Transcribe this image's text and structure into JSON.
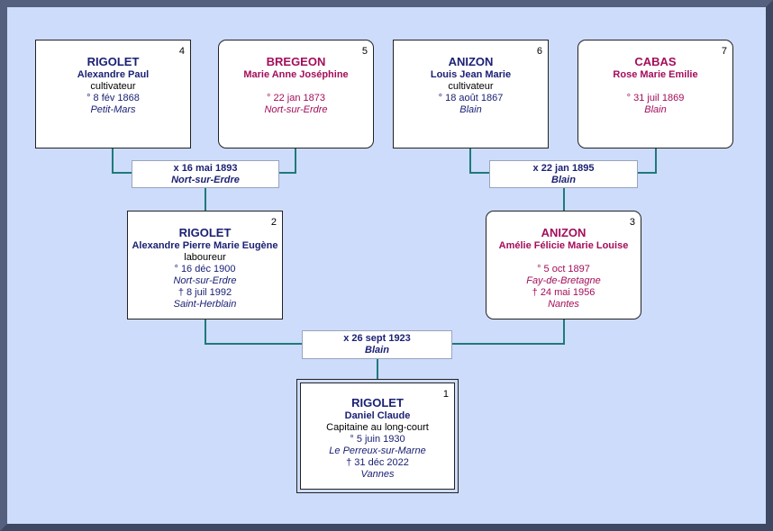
{
  "persons": {
    "p4": {
      "num": "4",
      "surname": "RIGOLET",
      "given": "Alexandre Paul",
      "occupation": "cultivateur",
      "birth": "° 8 fév 1868",
      "birth_place": "Petit-Mars",
      "death": "",
      "death_place": ""
    },
    "p5": {
      "num": "5",
      "surname": "BREGEON",
      "given": "Marie Anne Joséphine",
      "occupation": "",
      "birth": "° 22 jan 1873",
      "birth_place": "Nort-sur-Erdre",
      "death": "",
      "death_place": ""
    },
    "p6": {
      "num": "6",
      "surname": "ANIZON",
      "given": "Louis Jean Marie",
      "occupation": "cultivateur",
      "birth": "° 18 août 1867",
      "birth_place": "Blain",
      "death": "",
      "death_place": ""
    },
    "p7": {
      "num": "7",
      "surname": "CABAS",
      "given": "Rose Marie Emilie",
      "occupation": "",
      "birth": "° 31 juil 1869",
      "birth_place": "Blain",
      "death": "",
      "death_place": ""
    },
    "p2": {
      "num": "2",
      "surname": "RIGOLET",
      "given": "Alexandre Pierre Marie Eugène",
      "occupation": "laboureur",
      "birth": "° 16 déc 1900",
      "birth_place": "Nort-sur-Erdre",
      "death": "† 8 juil 1992",
      "death_place": "Saint-Herblain"
    },
    "p3": {
      "num": "3",
      "surname": "ANIZON",
      "given": "Amélie Félicie Marie Louise",
      "occupation": "",
      "birth": "° 5 oct 1897",
      "birth_place": "Fay-de-Bretagne",
      "death": "† 24 mai 1956",
      "death_place": "Nantes"
    },
    "p1": {
      "num": "1",
      "surname": "RIGOLET",
      "given": "Daniel Claude",
      "occupation": "Capitaine au long-court",
      "birth": "° 5 juin 1930",
      "birth_place": "Le Perreux-sur-Marne",
      "death": "† 31 déc 2022",
      "death_place": "Vannes"
    }
  },
  "marriages": {
    "m45": {
      "date": "x 16 mai 1893",
      "place": "Nort-sur-Erdre"
    },
    "m67": {
      "date": "x 22 jan 1895",
      "place": "Blain"
    },
    "m23": {
      "date": "x 26 sept 1923",
      "place": "Blain"
    }
  },
  "colors": {
    "male": "#1b2174",
    "female": "#a40d5a",
    "link": "#1f7a7a",
    "background": "#cddcfb"
  }
}
